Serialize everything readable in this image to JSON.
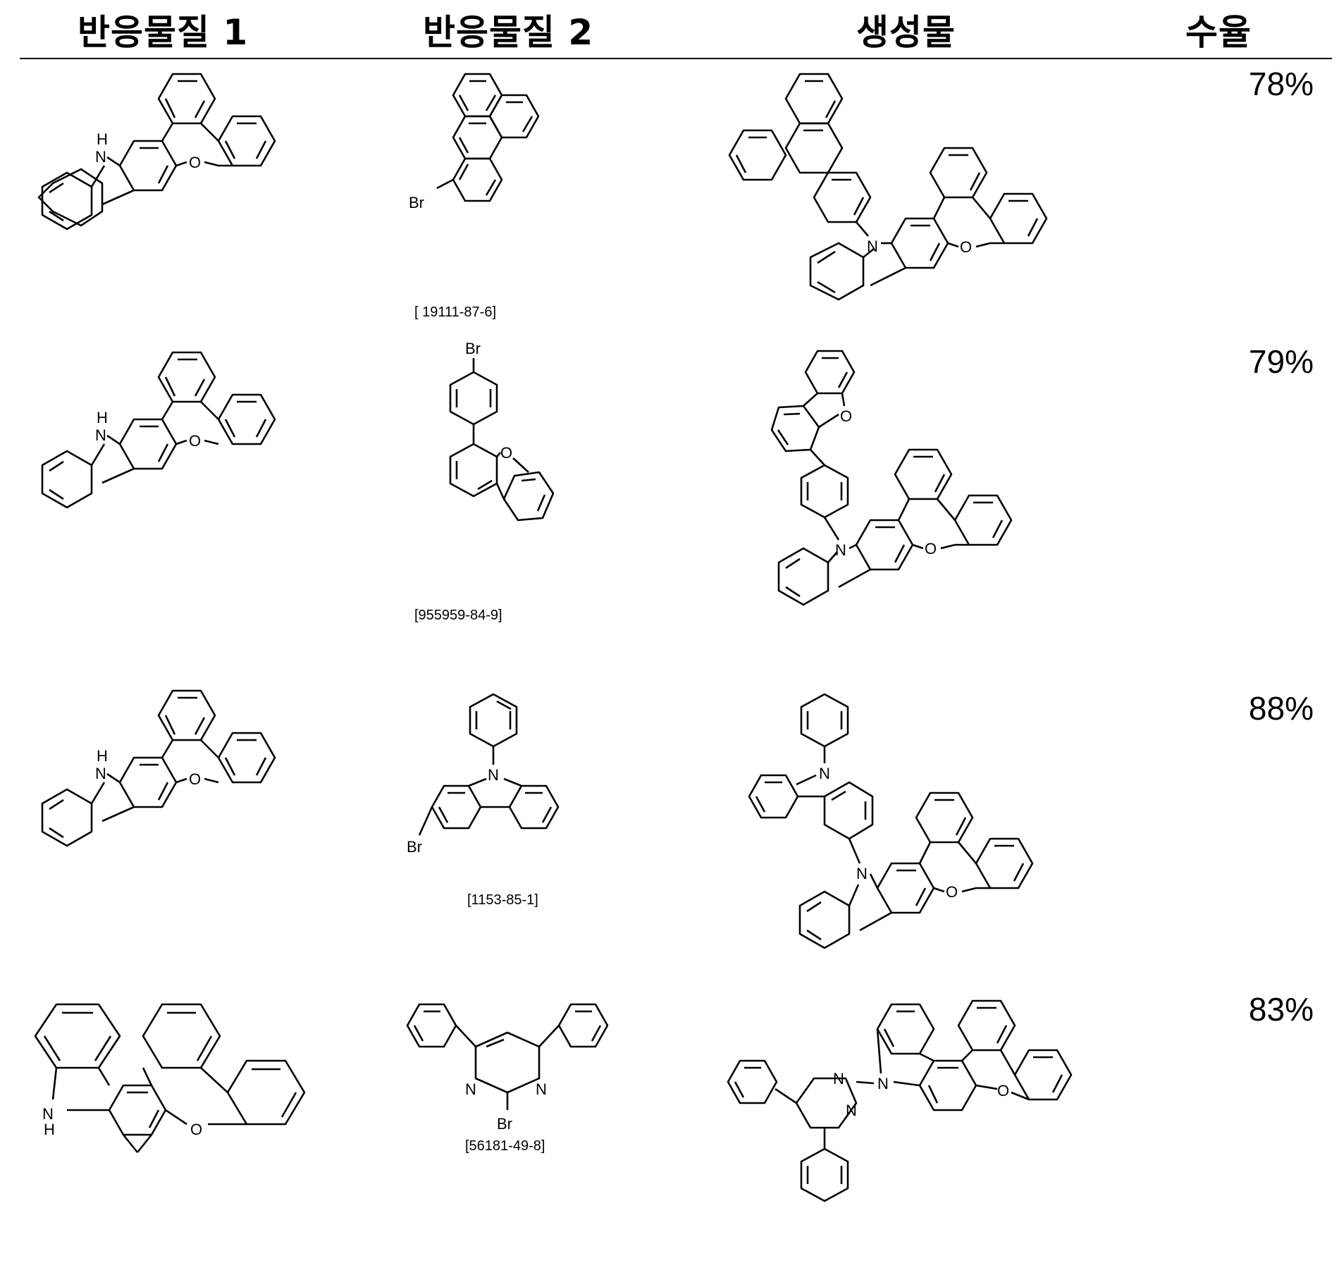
{
  "table": {
    "headers": {
      "reactant1": "반응물질 1",
      "reactant2": "반응물질 2",
      "product": "생성물",
      "yield": "수율"
    },
    "rows": [
      {
        "reactant2_cas": "[ 19111-87-6]",
        "yield": "78%"
      },
      {
        "reactant2_cas": "[955959-84-9]",
        "yield": "79%"
      },
      {
        "reactant2_cas": "[1153-85-1]",
        "yield": "88%"
      },
      {
        "reactant2_cas": "[56181-49-8]",
        "yield": "83%"
      }
    ]
  },
  "atom_labels": {
    "nh": "H",
    "n": "N",
    "o": "O",
    "br": "Br"
  }
}
